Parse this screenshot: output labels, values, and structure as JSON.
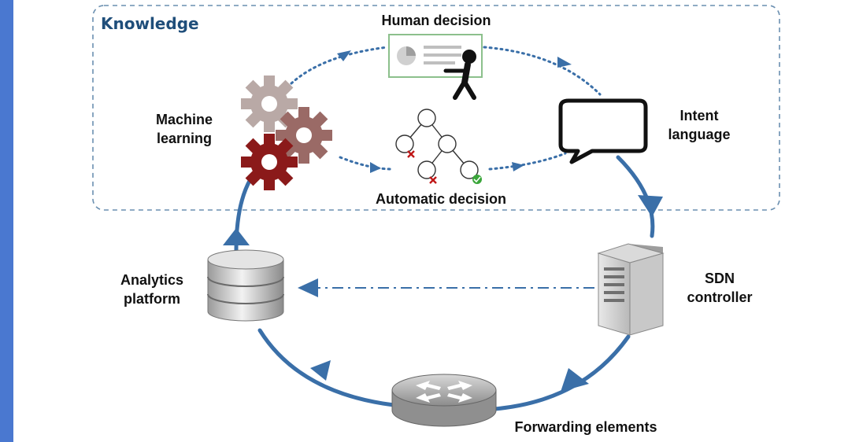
{
  "knowledge_title": "Knowledge",
  "labels": {
    "human_decision": "Human decision",
    "machine_learning_line1": "Machine",
    "machine_learning_line2": "learning",
    "intent_line1": "Intent",
    "intent_line2": "language",
    "automatic_decision": "Automatic decision",
    "analytics_line1": "Analytics",
    "analytics_line2": "platform",
    "sdn_line1": "SDN",
    "sdn_line2": "controller",
    "forwarding": "Forwarding elements"
  },
  "colors": {
    "side_bar": "#4a78d0",
    "cycle_blue": "#3a6fa8",
    "dashed_box": "#6a8fb0",
    "gear_dark_red": "#8b1a1a",
    "gear_brown": "#9a6a66",
    "gear_gray": "#b9a9a6"
  },
  "icons": [
    "presentation-icon",
    "person-icon",
    "gear-icon",
    "decision-tree-icon",
    "speech-bubble-icon",
    "database-icon",
    "server-icon",
    "router-icon"
  ]
}
